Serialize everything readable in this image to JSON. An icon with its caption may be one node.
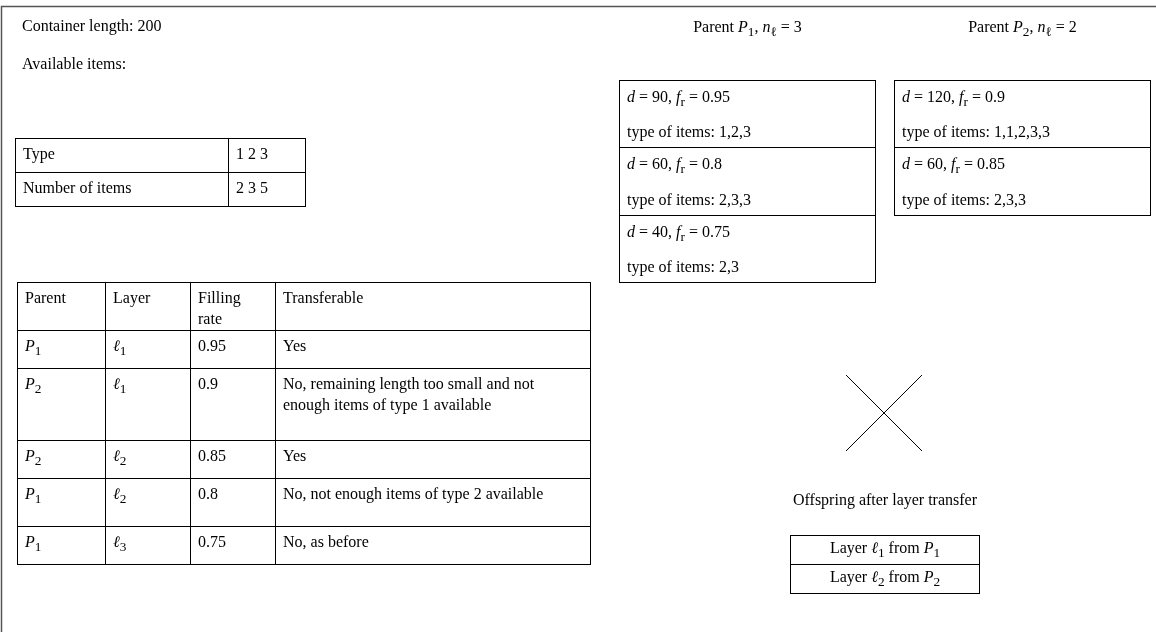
{
  "diagram": {
    "nodes": [
      {
        "text": [
          "Parent *P*$_{1}$, *n*$_{ℓ}$ = 3"
        ]
      },
      {
        "text": [
          "*d* = 90, *f*$_{r}$ = 0.95",
          "type of items: 1,2,3"
        ],
        "in": 0
      },
      {
        "text": [
          "*d* = 60, *f*$_{r}$ = 0.8",
          "type of items: 2,3,3"
        ],
        "in": 0
      },
      {
        "text": [
          "*d* = 40, *f*$_{r}$ = 0.75",
          "type of items: 2,3"
        ],
        "in": 0
      },
      {
        "text": [
          "Parent *P*$_{2}$, *n*$_{ℓ}$ = 2"
        ]
      },
      {
        "text": [
          "*d* = 120, *f*$_{r}$ = 0.9",
          "type of items: 1,1,2,3,3"
        ],
        "in": 4
      },
      {
        "text": [
          "*d* = 60, *f*$_{r}$ = 0.85",
          "type of items: 2,3,3"
        ],
        "in": 4
      },
      {
        "text": [
          "Offspring after layer transfer"
        ]
      },
      {
        "text": [
          "Layer *ℓ*$_{1}$ from *P*$_{1}$"
        ],
        "in": 7
      },
      {
        "text": [
          "Layer *ℓ*$_{2}$ from *P*$_{2}$"
        ],
        "in": 7
      }
    ],
    "labels": [
      "Container length: 200",
      "Available items:",
      "Type",
      "1 2 3",
      "Number of items",
      "2 3 5",
      "Parent",
      "Layer",
      "Filling rate",
      "Transferable",
      "*P*$_{1}$",
      "*ℓ*$_{1}$",
      "0.95",
      "Yes",
      "*P*$_{2}$",
      "*ℓ*$_{1}$",
      "0.9",
      "No, remaining length too small and not enough items of type 1 available",
      "*P*$_{2}$",
      "*ℓ*$_{2}$",
      "0.85",
      "Yes",
      "*P*$_{1}$",
      "*ℓ*$_{2}$",
      "0.8",
      "No, not enough items of type 2 available",
      "*P*$_{1}$",
      "*ℓ*$_{3}$",
      "0.75",
      "No, as before"
    ]
  }
}
